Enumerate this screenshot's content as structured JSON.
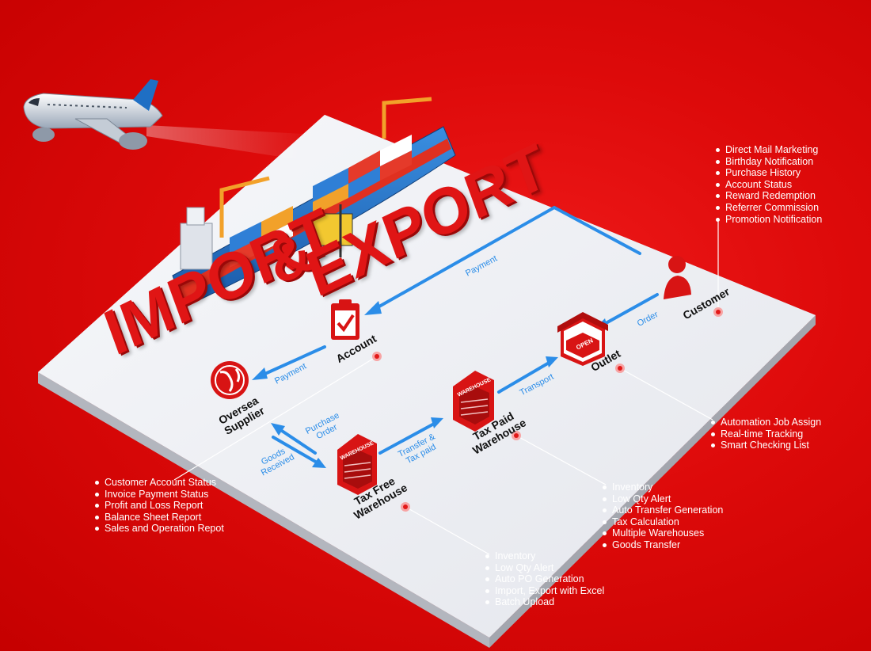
{
  "title": {
    "line1": "IMPORT",
    "amp": "&",
    "line2": "EXPORT"
  },
  "nodes": {
    "account": "Account",
    "customer": "Customer",
    "outlet": "Outlet",
    "oversea_supplier": [
      "Oversea",
      "Supplier"
    ],
    "tax_free_warehouse": [
      "Tax Free",
      "Warehouse"
    ],
    "tax_paid_warehouse": [
      "Tax Paid",
      "Warehouse"
    ],
    "warehouse_sign": "WAREHOUSE",
    "open_sign": "OPEN"
  },
  "flows": {
    "payment_top": "Payment",
    "payment_supplier": "Payment",
    "order": "Order",
    "purchase_order": [
      "Purchase",
      "Order"
    ],
    "goods_received": [
      "Goods",
      "Received"
    ],
    "transfer_tax_paid": [
      "Transfer &",
      "Tax paid"
    ],
    "transport": "Transport"
  },
  "feature_lists": {
    "customer": [
      "Direct Mail Marketing",
      "Birthday Notification",
      "Purchase History",
      "Account Status",
      "Reward Redemption",
      "Referrer Commission",
      "Promotion Notification"
    ],
    "outlet": [
      "Automation Job Assign",
      "Real-time Tracking",
      "Smart Checking List"
    ],
    "account": [
      "Customer Account Status",
      "Invoice Payment Status",
      "Profit and Loss Report",
      "Balance Sheet Report",
      "Sales and Operation Repot"
    ],
    "tax_paid_warehouse": [
      "Inventory",
      "Low Qty Alert",
      "Auto Transfer Generation",
      "Tax Calculation",
      "Multiple Warehouses",
      "Goods Transfer"
    ],
    "tax_free_warehouse": [
      "Inventory",
      "Low Qty Alert",
      "Auto PO Generation",
      "Import, Export with Excel",
      "Batch Upload"
    ]
  },
  "colors": {
    "background": "#dd0a0a",
    "platform": "#f1f2f6",
    "arrow": "#2b8de8",
    "icon_red": "#d81414"
  }
}
